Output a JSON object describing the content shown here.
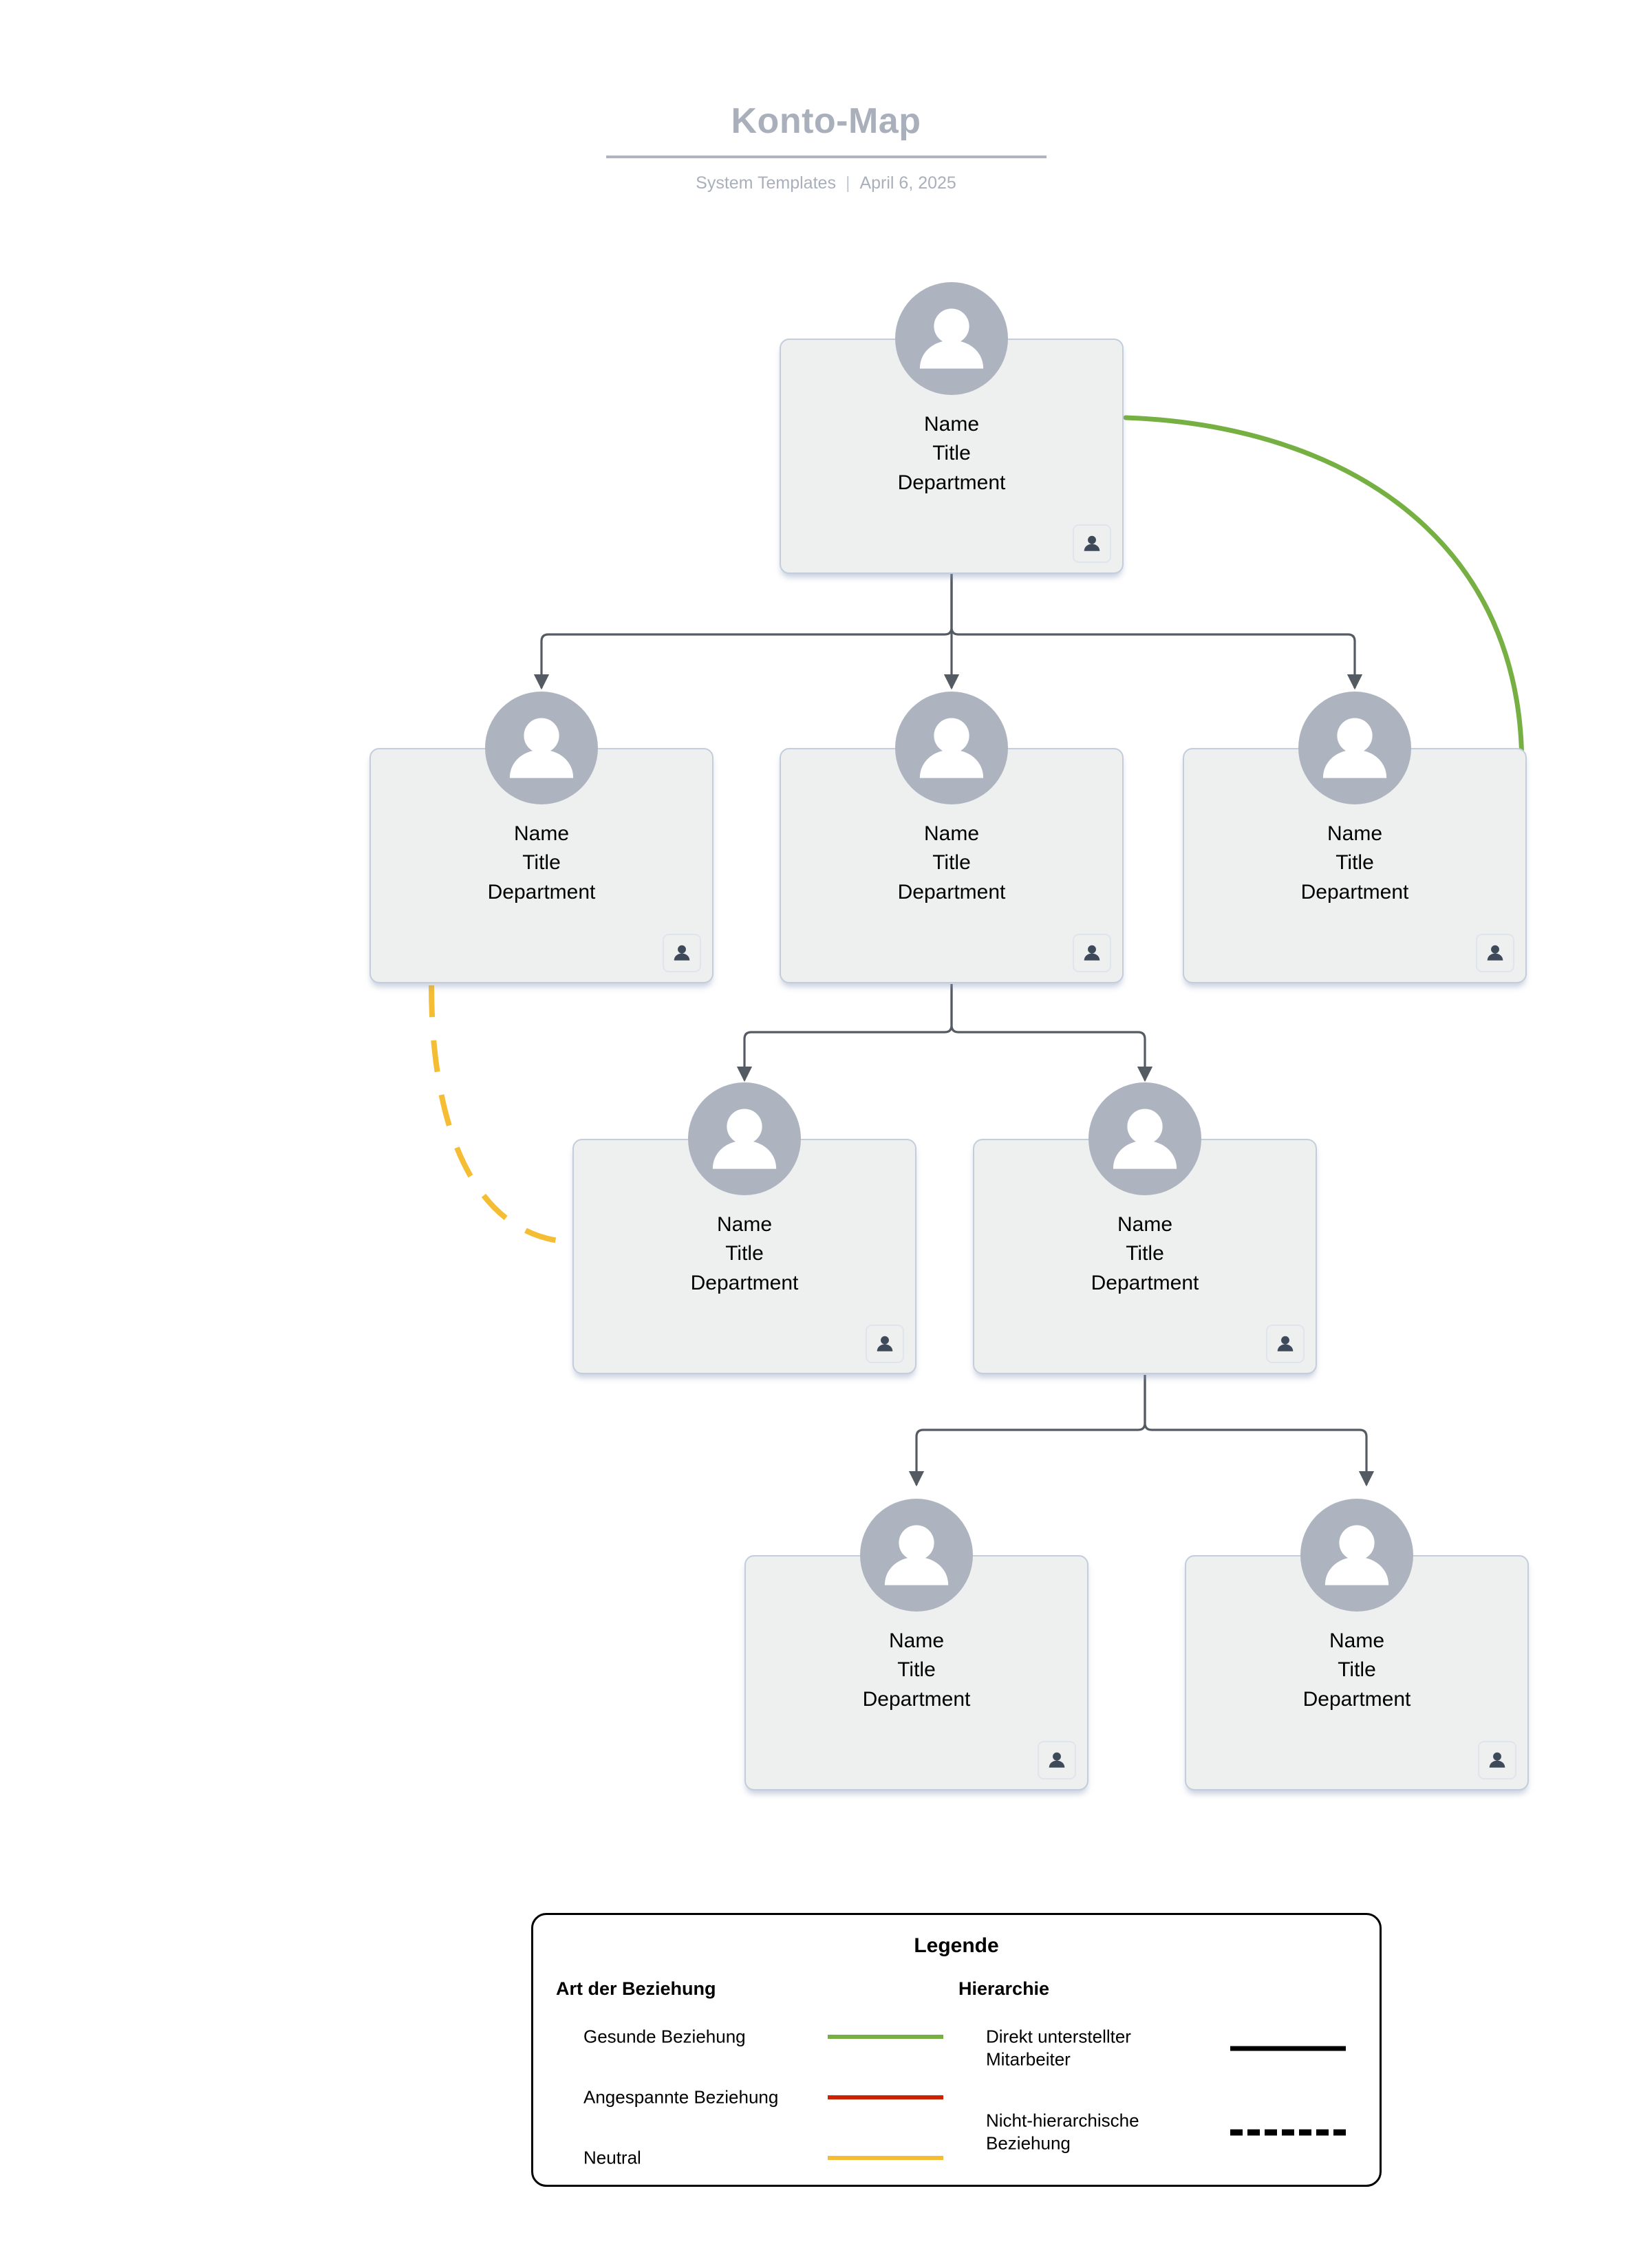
{
  "header": {
    "title": "Konto-Map",
    "source": "System Templates",
    "separator": "|",
    "date": "April 6, 2025"
  },
  "org_chart": {
    "node_labels": {
      "name": "Name",
      "title": "Title",
      "department": "Department"
    },
    "nodes": [
      {
        "id": "n1",
        "level": 1,
        "name": "Name",
        "title": "Title",
        "department": "Department"
      },
      {
        "id": "n2",
        "level": 2,
        "name": "Name",
        "title": "Title",
        "department": "Department"
      },
      {
        "id": "n3",
        "level": 2,
        "name": "Name",
        "title": "Title",
        "department": "Department"
      },
      {
        "id": "n4",
        "level": 2,
        "name": "Name",
        "title": "Title",
        "department": "Department"
      },
      {
        "id": "n5",
        "level": 3,
        "name": "Name",
        "title": "Title",
        "department": "Department"
      },
      {
        "id": "n6",
        "level": 3,
        "name": "Name",
        "title": "Title",
        "department": "Department"
      },
      {
        "id": "n7",
        "level": 4,
        "name": "Name",
        "title": "Title",
        "department": "Department"
      },
      {
        "id": "n8",
        "level": 4,
        "name": "Name",
        "title": "Title",
        "department": "Department"
      }
    ],
    "hierarchy_links": [
      {
        "from": "n1",
        "to": "n2"
      },
      {
        "from": "n1",
        "to": "n3"
      },
      {
        "from": "n1",
        "to": "n4"
      },
      {
        "from": "n3",
        "to": "n5"
      },
      {
        "from": "n3",
        "to": "n6"
      },
      {
        "from": "n6",
        "to": "n7"
      },
      {
        "from": "n6",
        "to": "n8"
      }
    ],
    "relationship_links": [
      {
        "from": "n1",
        "to": "n4",
        "quality": "healthy",
        "style": "solid",
        "color": "#76b043"
      },
      {
        "from": "n2",
        "to": "n5",
        "quality": "neutral",
        "style": "dashed",
        "color": "#f5bd33"
      }
    ]
  },
  "legend": {
    "title": "Legende",
    "columns": [
      {
        "heading": "Art der Beziehung",
        "items": [
          {
            "label": "Gesunde Beziehung",
            "color": "#76b043",
            "style": "solid"
          },
          {
            "label": "Angespannte Beziehung",
            "color": "#cc2200",
            "style": "solid"
          },
          {
            "label": "Neutral",
            "color": "#f5bd33",
            "style": "solid"
          }
        ]
      },
      {
        "heading": "Hierarchie",
        "items": [
          {
            "label": "Direkt unterstellter Mitarbeiter",
            "color": "#000000",
            "style": "solid"
          },
          {
            "label": "Nicht-hierarchische Beziehung",
            "color": "#000000",
            "style": "dashed"
          }
        ]
      }
    ]
  },
  "colors": {
    "title_gray": "#a9b0bb",
    "card_fill": "#eeefef",
    "card_border": "#c3cddc",
    "avatar_gray": "#adb4bf",
    "connector_gray": "#555b63",
    "icon_slate": "#3e4a59",
    "healthy_green": "#76b043",
    "tense_red": "#cc2200",
    "neutral_yellow": "#f5bd33"
  },
  "icons": {
    "avatar": "person-avatar-icon",
    "node_button": "person-badge-icon"
  }
}
